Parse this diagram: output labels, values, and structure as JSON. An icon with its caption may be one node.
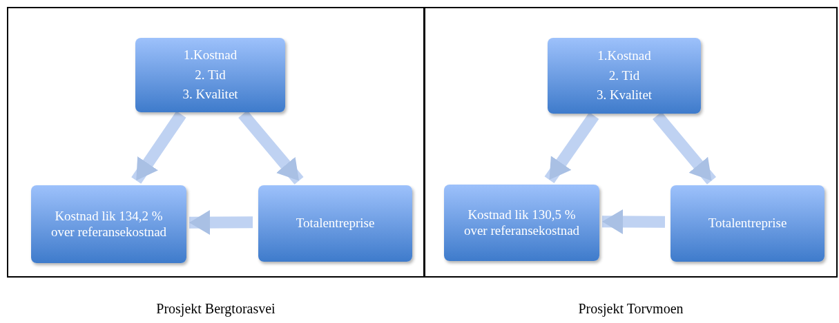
{
  "diagram": {
    "nodes": [
      {
        "text": [],
        "shape": "box",
        "beside": [
          "Prosjekt Bergtorasvei"
        ]
      },
      {
        "text": [
          "1.Kostnad",
          "2. Tid",
          "3. Kvalitet"
        ],
        "in": 0
      },
      {
        "text": [
          "Kostnad lik 134,2 % over referansekostnad"
        ],
        "in": 0
      },
      {
        "text": [
          "Totalentreprise"
        ],
        "in": 0
      },
      {
        "text": [],
        "shape": "box",
        "beside": [
          "Prosjekt Torvmoen"
        ]
      },
      {
        "text": [
          "1.Kostnad",
          "2. Tid",
          "3. Kvalitet"
        ],
        "in": 4
      },
      {
        "text": [
          "Kostnad lik 130,5 % over referansekostnad"
        ],
        "in": 4
      },
      {
        "text": [
          "Totalentreprise"
        ],
        "in": 4
      }
    ],
    "edges": [
      {
        "from": 1,
        "to": 2,
        "arrow": "to"
      },
      {
        "from": 1,
        "to": 3,
        "arrow": "to"
      },
      {
        "from": 3,
        "to": 2,
        "arrow": "to"
      },
      {
        "from": 5,
        "to": 6,
        "arrow": "to"
      },
      {
        "from": 5,
        "to": 7,
        "arrow": "to"
      },
      {
        "from": 7,
        "to": 6,
        "arrow": "to"
      }
    ]
  }
}
